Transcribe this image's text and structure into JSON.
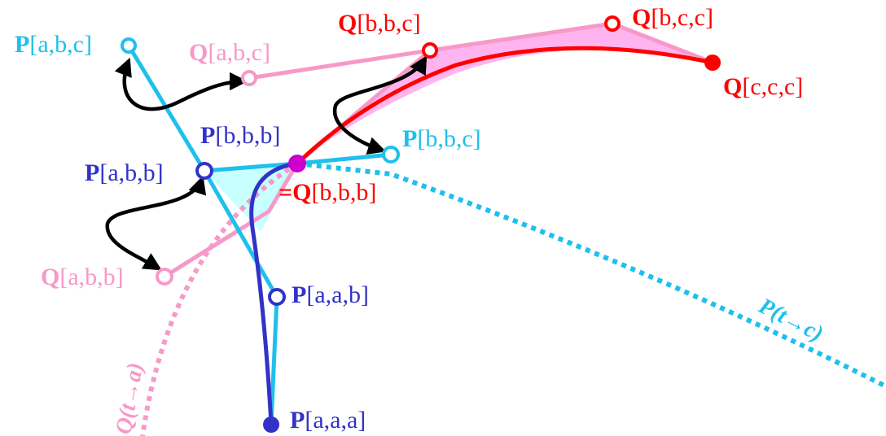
{
  "colors": {
    "cyan": "#1ec0ec",
    "pink": "#f799c8",
    "red": "#ff0000",
    "blue": "#3232c8",
    "magenta": "#cc00cc",
    "cyan_fill": "#c8ffff",
    "pink_fill": "#ffb4f0",
    "arrow": "#000000"
  },
  "labels": {
    "P_abc": {
      "bold": "P",
      "rest": "[a,b,c]"
    },
    "Q_abc": {
      "bold": "Q",
      "rest": "[a,b,c]"
    },
    "Q_bbc": {
      "bold": "Q",
      "rest": "[b,b,c]"
    },
    "Q_bcc": {
      "bold": "Q",
      "rest": "[b,c,c]"
    },
    "Q_ccc": {
      "bold": "Q",
      "rest": "[c,c,c]"
    },
    "P_bbb": {
      "bold": "P",
      "rest": "[b,b,b]"
    },
    "P_bbc": {
      "bold": "P",
      "rest": "[b,b,c]"
    },
    "P_abb": {
      "bold": "P",
      "rest": "[a,b,b]"
    },
    "eq_Q_bbb": {
      "bold": "=Q",
      "rest": "[b,b,b]"
    },
    "Q_abb": {
      "bold": "Q",
      "rest": "[a,b,b]"
    },
    "P_aab": {
      "bold": "P",
      "rest": "[a,a,b]"
    },
    "P_aaa": {
      "bold": "P",
      "rest": "[a,a,a]"
    },
    "P_tc": {
      "bold": "P",
      "rest": "(t→c)"
    },
    "Q_ta": {
      "bold": "Q",
      "rest": "(t→a)"
    }
  }
}
